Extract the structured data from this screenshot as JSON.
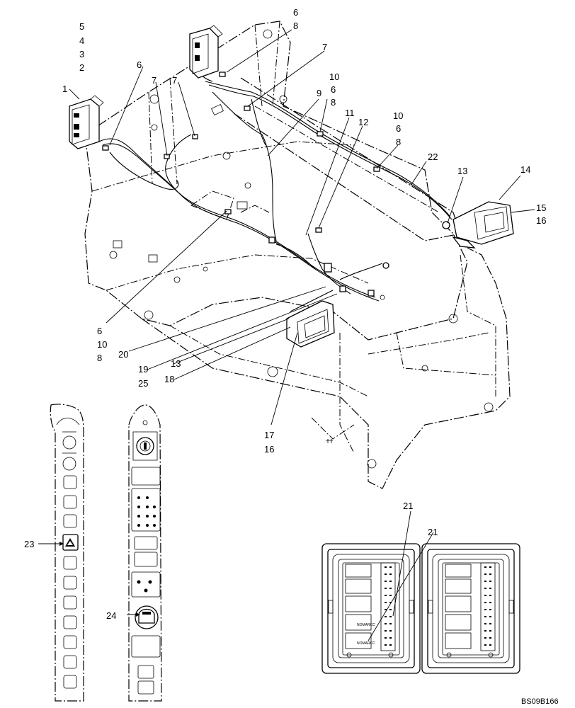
{
  "figure": {
    "callouts": {
      "c5": "5",
      "c4": "4",
      "c3": "3",
      "c2": "2",
      "c1": "1",
      "c6a": "6",
      "c8a": "8",
      "c7a": "7",
      "c6b": "6",
      "c7b": "7",
      "c7c": "7",
      "c10a": "10",
      "c6c": "6",
      "c8b": "8",
      "c9": "9",
      "c11": "11",
      "c12": "12",
      "c10b": "10",
      "c6d": "6",
      "c8c": "8",
      "c22": "22",
      "c13a": "13",
      "c14": "14",
      "c15": "15",
      "c16a": "16",
      "c6e": "6",
      "c10c": "10",
      "c8d": "8",
      "c20": "20",
      "c19": "19",
      "c25": "25",
      "c13b": "13",
      "c18": "18",
      "c17": "17",
      "c16b": "16",
      "c23": "23",
      "c24": "24",
      "c21a": "21",
      "c21b": "21"
    },
    "drawing_code": "BS09B166",
    "switch_legends": [
      "NOMARCC",
      "NOMARCC"
    ]
  },
  "icons": {
    "hazard_switch": "warning-triangle-icon",
    "ignition_key": "key-switch-icon",
    "rotary_knob": "rotary-knob-icon"
  }
}
